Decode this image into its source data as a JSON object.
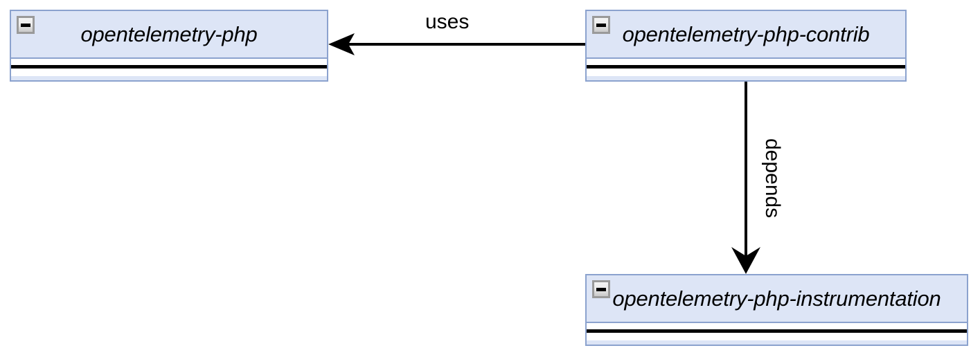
{
  "diagram": {
    "type": "uml-package-dependency-diagram",
    "background_color": "#ffffff",
    "node_fill_color": "#dde5f6",
    "node_border_color": "#8ba2ce",
    "edge_color": "#000000",
    "nodes": [
      {
        "id": "opentelemetry-php",
        "label": "opentelemetry-php",
        "icon": "collapse-minus-icon"
      },
      {
        "id": "opentelemetry-php-contrib",
        "label": "opentelemetry-php-contrib",
        "icon": "collapse-minus-icon"
      },
      {
        "id": "opentelemetry-php-instrumentation",
        "label": "opentelemetry-php-instrumentation",
        "icon": "collapse-minus-icon"
      }
    ],
    "edges": [
      {
        "id": "uses",
        "label": "uses",
        "from": "opentelemetry-php-contrib",
        "to": "opentelemetry-php",
        "orientation": "horizontal",
        "arrowhead": "solid-open"
      },
      {
        "id": "depends",
        "label": "depends",
        "from": "opentelemetry-php-contrib",
        "to": "opentelemetry-php-instrumentation",
        "orientation": "vertical",
        "arrowhead": "solid-filled"
      }
    ]
  }
}
